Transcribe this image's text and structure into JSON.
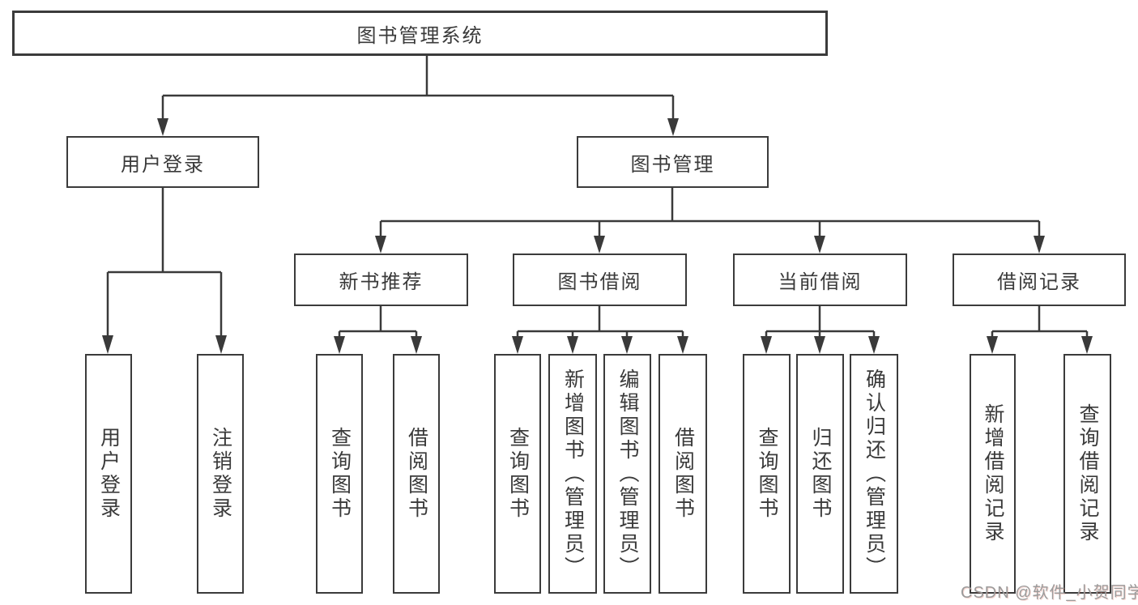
{
  "diagram": {
    "title": "图书管理系统",
    "tree": {
      "root": {
        "label": "图书管理系统"
      },
      "children": [
        {
          "label": "用户登录",
          "children": [
            {
              "label": "用户登录"
            },
            {
              "label": "注销登录"
            }
          ]
        },
        {
          "label": "图书管理",
          "children": [
            {
              "label": "新书推荐",
              "children": [
                {
                  "label": "查询图书"
                },
                {
                  "label": "借阅图书"
                }
              ]
            },
            {
              "label": "图书借阅",
              "children": [
                {
                  "label": "查询图书"
                },
                {
                  "label": "新增图书（管理员）"
                },
                {
                  "label": "编辑图书（管理员）"
                },
                {
                  "label": "借阅图书"
                }
              ]
            },
            {
              "label": "当前借阅",
              "children": [
                {
                  "label": "查询图书"
                },
                {
                  "label": "归还图书"
                },
                {
                  "label": "确认归还（管理员）"
                }
              ]
            },
            {
              "label": "借阅记录",
              "children": [
                {
                  "label": "新增借阅记录"
                },
                {
                  "label": "查询借阅记录"
                }
              ]
            }
          ]
        }
      ]
    },
    "colors": {
      "line": "#3a3a3a",
      "box_border": "#3b3b3b",
      "text": "#3a3a3a",
      "watermark": "#9b9b9b",
      "background": "#ffffff"
    },
    "watermark": "CSDN @软件_小贺同学"
  }
}
